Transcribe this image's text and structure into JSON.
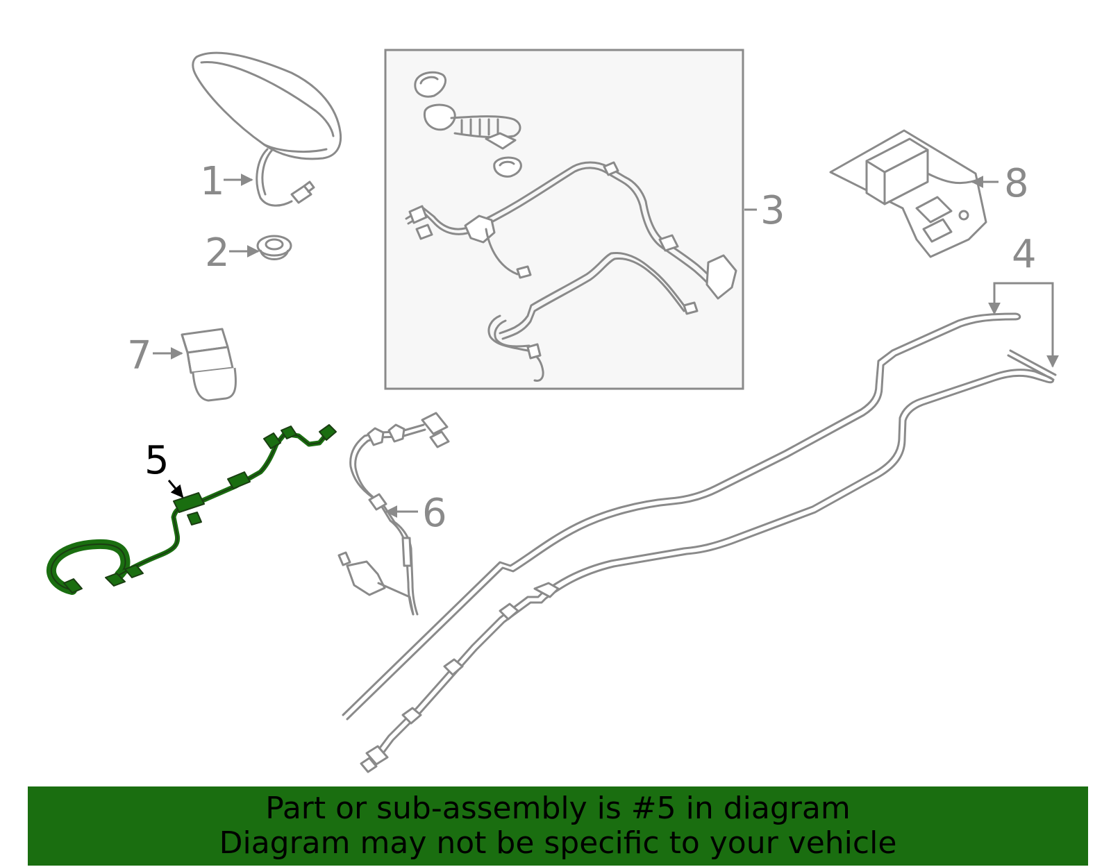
{
  "callouts": {
    "c1": "1",
    "c2": "2",
    "c3": "3",
    "c4": "4",
    "c5": "5",
    "c6": "6",
    "c7": "7",
    "c8": "8"
  },
  "highlight_color": "#1a6e10",
  "line_color": "#8a8a8a",
  "banner": {
    "line1": "Part or sub-assembly is #5 in diagram",
    "line2": "Diagram may not be specific to your vehicle"
  }
}
